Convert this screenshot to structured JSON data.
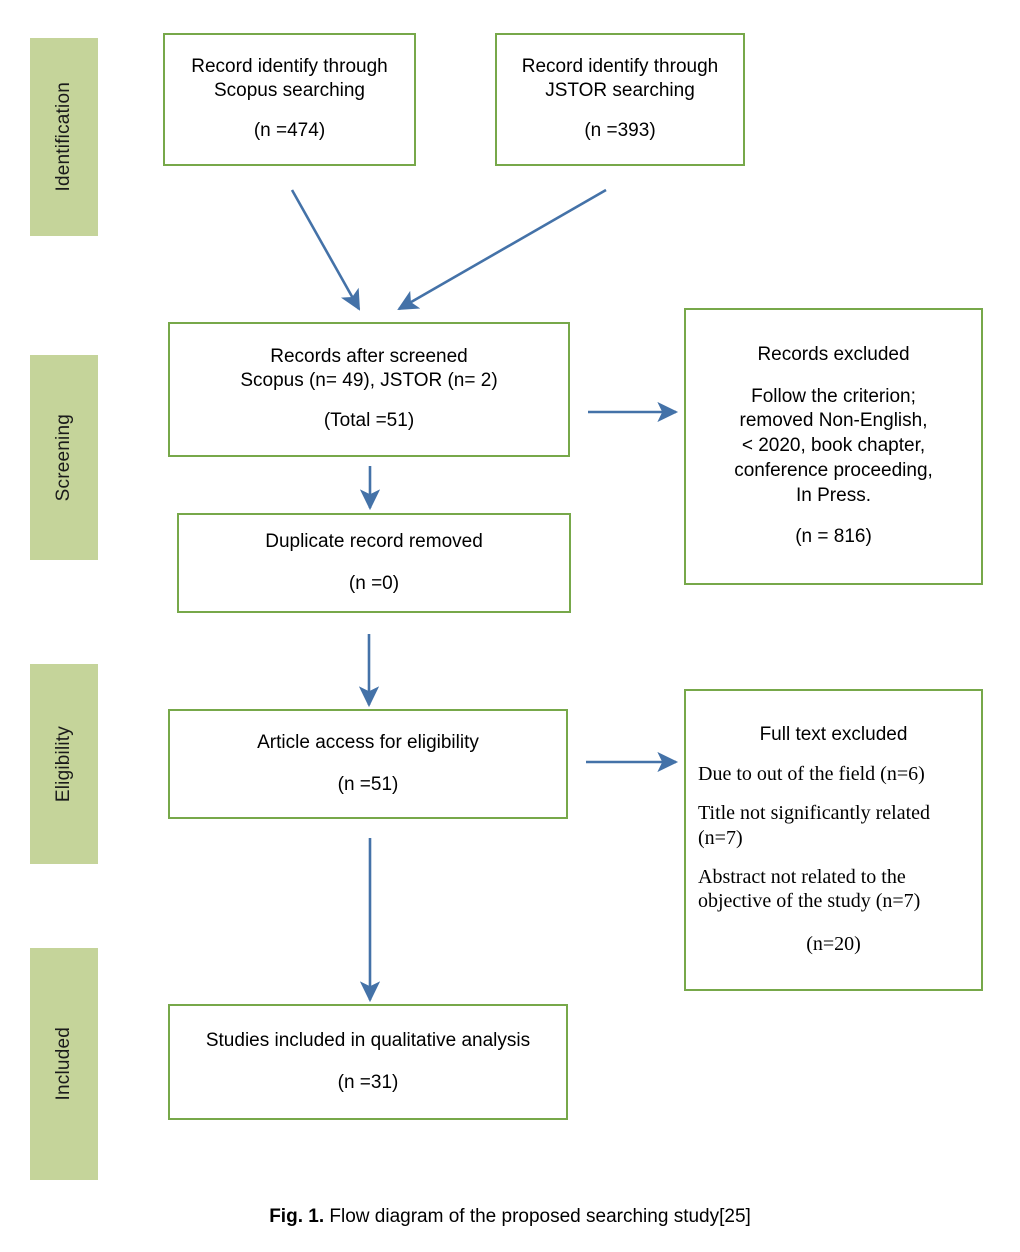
{
  "figure": {
    "caption_label": "Fig. 1.",
    "caption_text": "Flow diagram of the proposed searching study[25]"
  },
  "colors": {
    "band_green": "#c5d49a",
    "box_border_green": "#77a84a",
    "arrow_blue": "#4472a8",
    "text": "#000000",
    "background": "#ffffff"
  },
  "stages": [
    {
      "label": "Identification"
    },
    {
      "label": "Screening"
    },
    {
      "label": "Eligibility"
    },
    {
      "label": "Included"
    }
  ],
  "boxes": {
    "scopus_source": {
      "line1": "Record identify through",
      "line2": "Scopus searching",
      "line3": "(n =474)"
    },
    "jstor_source": {
      "line1": "Record identify through",
      "line2": "JSTOR searching",
      "line3": "(n =393)"
    },
    "records_screened": {
      "line1": "Records after screened",
      "line2": "Scopus (n= 49), JSTOR (n= 2)",
      "line3": "(Total =51)"
    },
    "records_excluded": {
      "line1": "Records excluded",
      "line2": "Follow the criterion;",
      "line3": "removed Non-English,",
      "line4": "< 2020, book chapter,",
      "line5": "conference proceeding,",
      "line6": "In Press.",
      "line7": "(n = 816)"
    },
    "duplicates_removed": {
      "line1": "Duplicate record removed",
      "line2": "(n =0)"
    },
    "eligibility_access": {
      "line1": "Article access for eligibility",
      "line2": "(n =51)"
    },
    "full_text_excluded": {
      "line1": "Full text excluded",
      "line2": "Due to out of the field (n=6)",
      "line3": "Title not significantly related",
      "line4": "(n=7)",
      "line5": "Abstract not related to the",
      "line6": "objective of the study (n=7)",
      "line7": "(n=20)"
    },
    "studies_included": {
      "line1": "Studies included in qualitative analysis",
      "line2": "(n =31)"
    }
  },
  "chart_data": {
    "type": "diagram",
    "title": "Flow diagram of the proposed searching study[25]",
    "nodes": [
      {
        "id": "scopus_source",
        "stage": "Identification",
        "text": "Record identify through Scopus searching",
        "n": 474
      },
      {
        "id": "jstor_source",
        "stage": "Identification",
        "text": "Record identify through JSTOR searching",
        "n": 393
      },
      {
        "id": "records_screened",
        "stage": "Screening",
        "text": "Records after screened",
        "scopus_n": 49,
        "jstor_n": 2,
        "total": 51
      },
      {
        "id": "records_excluded",
        "stage": "Screening",
        "text": "Records excluded; Follow the criterion; removed Non-English, < 2020, book chapter, conference proceeding, In Press.",
        "n": 816
      },
      {
        "id": "duplicates_removed",
        "stage": "Screening",
        "text": "Duplicate record removed",
        "n": 0
      },
      {
        "id": "eligibility_access",
        "stage": "Eligibility",
        "text": "Article access for eligibility",
        "n": 51
      },
      {
        "id": "full_text_excluded",
        "stage": "Eligibility",
        "text": "Full text excluded: Due to out of the field (n=6); Title not significantly related (n=7); Abstract not related to the objective of the study (n=7)",
        "n": 20
      },
      {
        "id": "studies_included",
        "stage": "Included",
        "text": "Studies included in qualitative analysis",
        "n": 31
      }
    ],
    "edges": [
      {
        "from": "scopus_source",
        "to": "records_screened"
      },
      {
        "from": "jstor_source",
        "to": "records_screened"
      },
      {
        "from": "records_screened",
        "to": "records_excluded"
      },
      {
        "from": "records_screened",
        "to": "duplicates_removed"
      },
      {
        "from": "duplicates_removed",
        "to": "eligibility_access"
      },
      {
        "from": "eligibility_access",
        "to": "full_text_excluded"
      },
      {
        "from": "eligibility_access",
        "to": "studies_included"
      }
    ]
  }
}
